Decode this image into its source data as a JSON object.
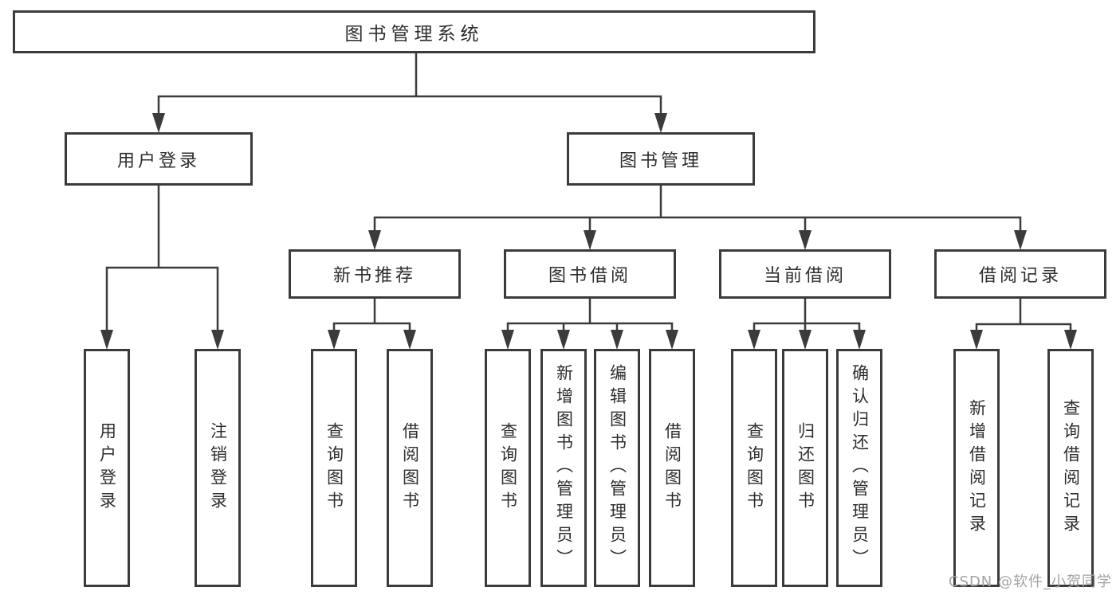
{
  "diagram": {
    "title": "图书管理系统",
    "tree": {
      "root": {
        "label": "图书管理系统"
      },
      "branches": [
        {
          "label": "用户登录",
          "children": [
            {
              "label": "用户登录"
            },
            {
              "label": "注销登录"
            }
          ]
        },
        {
          "label": "图书管理",
          "children": [
            {
              "label": "新书推荐",
              "children": [
                {
                  "label": "查询图书"
                },
                {
                  "label": "借阅图书"
                }
              ]
            },
            {
              "label": "图书借阅",
              "children": [
                {
                  "label": "查询图书"
                },
                {
                  "label": "新增图书（管理员）"
                },
                {
                  "label": "编辑图书（管理员）"
                },
                {
                  "label": "借阅图书"
                }
              ]
            },
            {
              "label": "当前借阅",
              "children": [
                {
                  "label": "查询图书"
                },
                {
                  "label": "归还图书"
                },
                {
                  "label": "确认归还（管理员）"
                }
              ]
            },
            {
              "label": "借阅记录",
              "children": [
                {
                  "label": "新增借阅记录"
                },
                {
                  "label": "查询借阅记录"
                }
              ]
            }
          ]
        }
      ]
    },
    "watermark": "CSDN @软件_小贺同学",
    "colors": {
      "line": "#3b3b3b",
      "text": "#2d2d2d",
      "background": "#ffffff",
      "watermark": "#a3a3a3"
    }
  }
}
